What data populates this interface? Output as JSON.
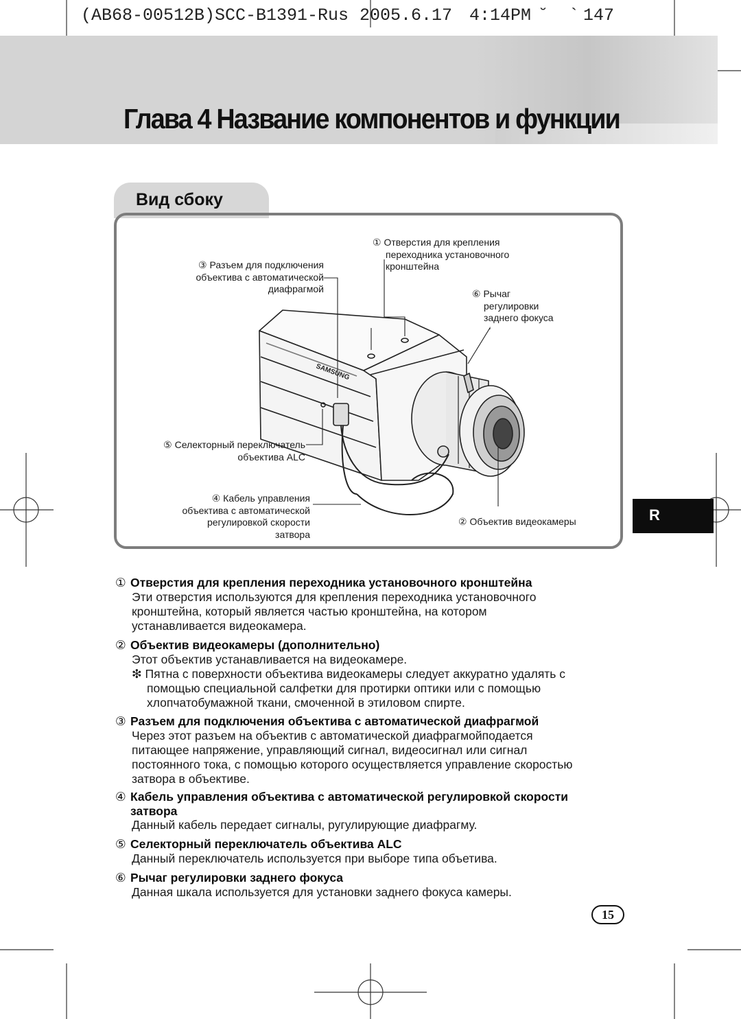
{
  "print_header": {
    "code": "(AB68-00512B)SCC-B1391-Rus",
    "date": "2005.6.17",
    "time": "4:14PM",
    "marks": "˘  `",
    "page": "147"
  },
  "chapter": {
    "title": "Глава 4 Название компонентов и функции"
  },
  "section": {
    "title": "Вид сбоку"
  },
  "figure": {
    "brand": "SAMSUNG",
    "callouts": {
      "c1": [
        "① Отверстия для крепления",
        "переходника установочного",
        "кронштейна"
      ],
      "c3": [
        "③ Разъем для подключения",
        "объектива с автоматической",
        "диафрагмой"
      ],
      "c6": [
        "⑥ Рычаг",
        "регулировки",
        "заднего фокуса"
      ],
      "c5": [
        "⑤ Селекторный переключатель",
        "объектива ALC"
      ],
      "c4": [
        "④ Кабель управления",
        "объектива с автоматической",
        "регулировкой скорости",
        "затвора"
      ],
      "c2": [
        "② Объектив видеокамеры"
      ]
    }
  },
  "side_marker": "R",
  "items": [
    {
      "num": "①",
      "title": "Отверстия для крепления переходника установочного кронштейна",
      "lines": [
        "Эти отверстия используются для крепления переходника установочного",
        "кронштейна, который является частью кронштейна, на котором",
        "устанавливается видеокамера."
      ]
    },
    {
      "num": "②",
      "title": "Объектив видеокамеры",
      "title_extra": "(дополнительно)",
      "lines": [
        "Этот объектив устанавливается на видеокамере."
      ],
      "note": [
        "❇ Пятна с поверхности объектива видеокамеры следует аккуратно удалять с",
        "помощью специальной салфетки для протирки оптики или с помощью",
        "хлопчатобумажной ткани, смоченной  в этиловом спирте."
      ]
    },
    {
      "num": "③",
      "title": "Разъем для подключения объектива с автоматической диафрагмой",
      "lines": [
        "Через этот разъем на объектив с автоматической диафрагмойподается",
        "питающее напряжение, управляющий сигнал, видеосигнал или сигнал",
        "постоянного тока, с помощью которого осуществляется управление скоростью",
        "затвора в объективе."
      ]
    },
    {
      "num": "④",
      "title": "Кабель управления объектива с автоматической регулировкой скорости",
      "title2": "затвора",
      "lines": [
        "Данный кабель передает сигналы, ругулирующие диафрагму."
      ]
    },
    {
      "num": "⑤",
      "title": "Селекторный переключатель объектива ALC",
      "lines": [
        "Данный переключатель используется при выборе типа объетива."
      ]
    },
    {
      "num": "⑥",
      "title": "Рычаг регулировки заднего фокуса",
      "lines": [
        "Данная шкала используется для установки заднего фокуса камеры."
      ]
    }
  ],
  "page_number": "15"
}
